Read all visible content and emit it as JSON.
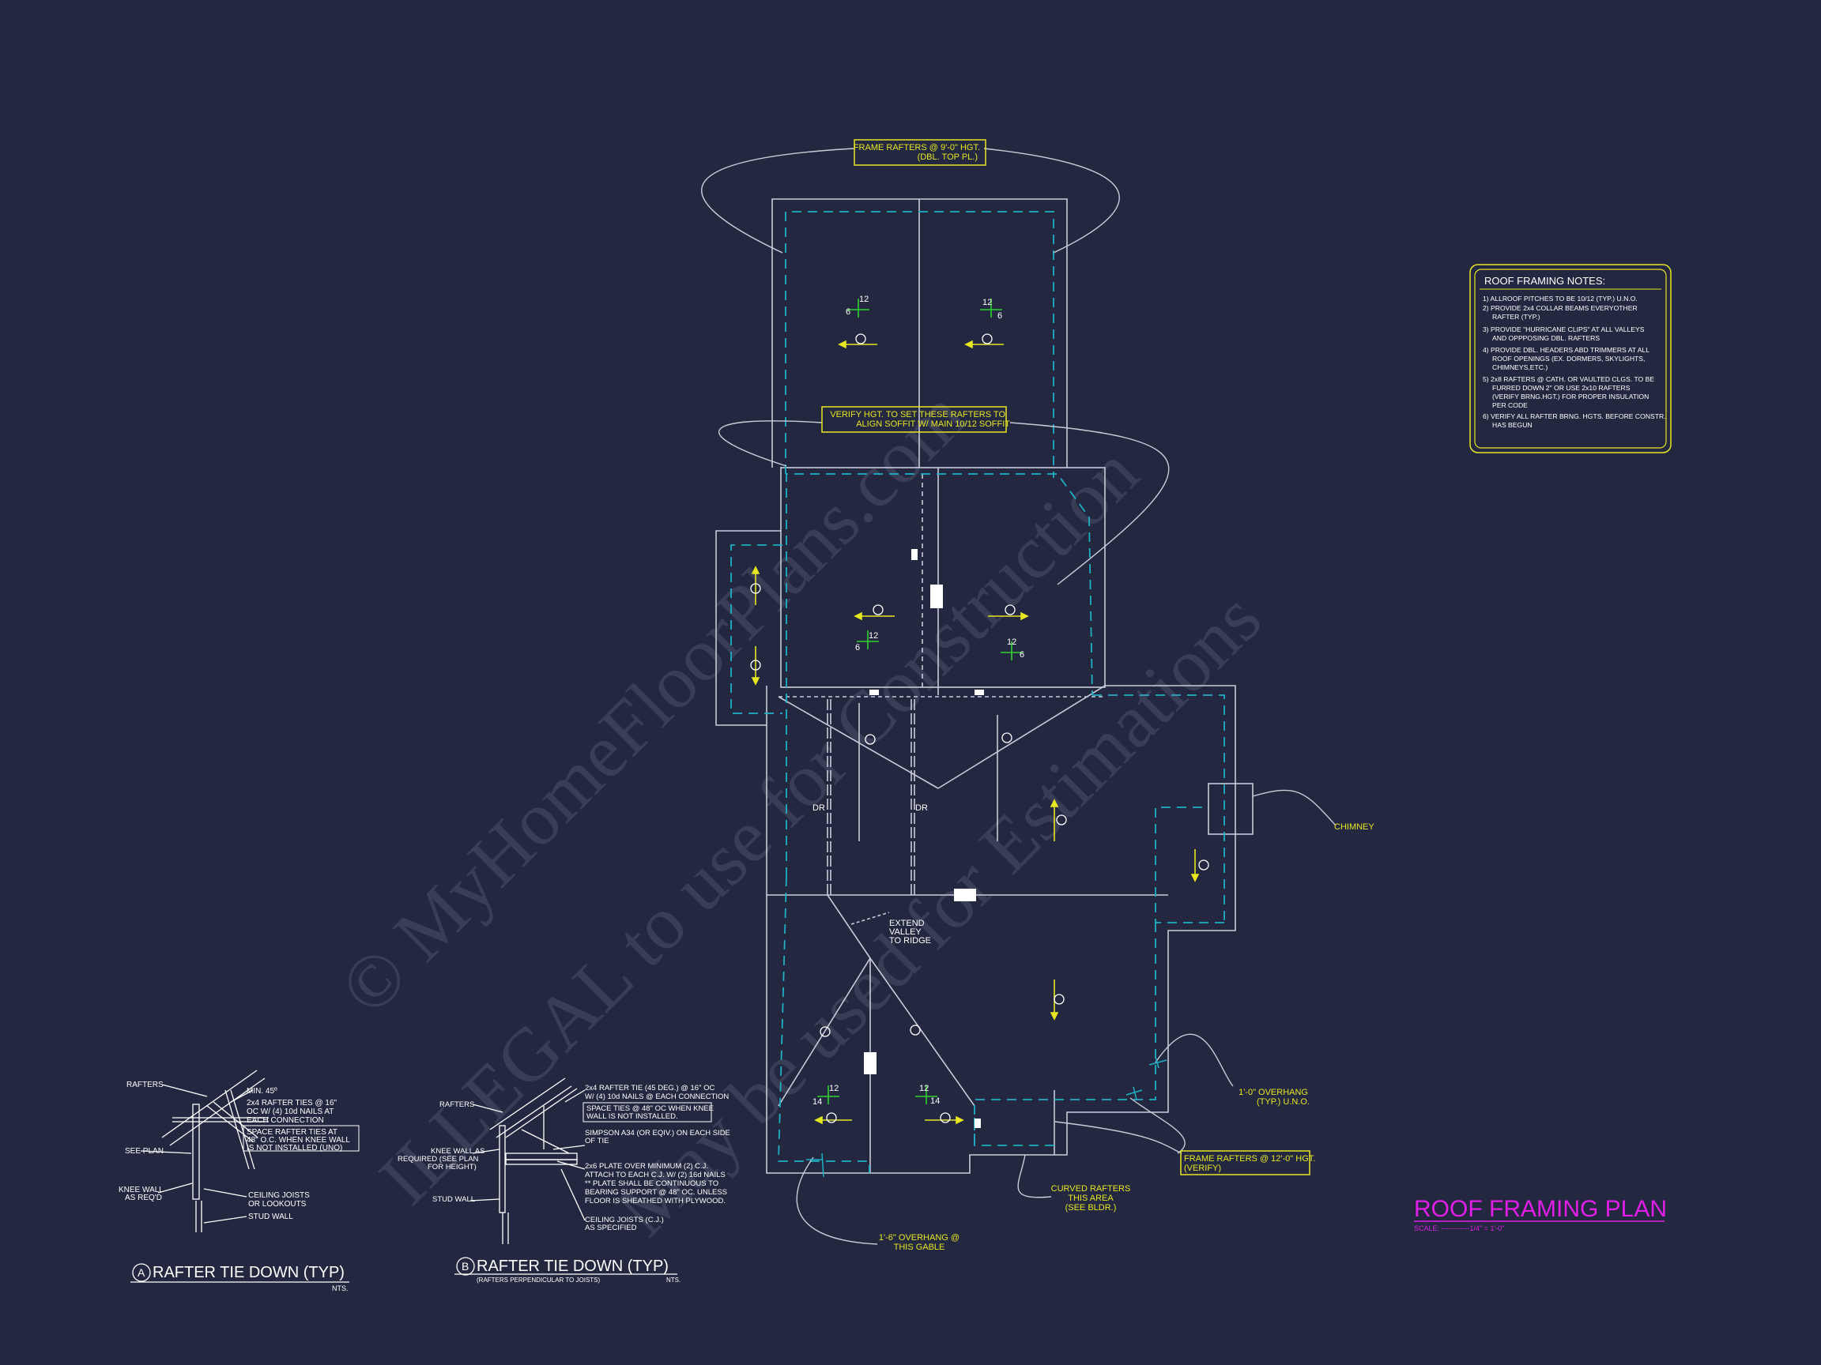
{
  "title": {
    "main": "ROOF FRAMING PLAN",
    "scale": "SCALE: ------------1/4\" = 1'-0\""
  },
  "notes": {
    "heading": "ROOF FRAMING NOTES:",
    "items": [
      "1) ALLROOF PITCHES TO BE  10/12 (TYP.) U.N.O.",
      "2) PROVIDE 2x4 COLLAR BEAMS EVERYOTHER",
      "RAFTER (TYP.)",
      "3) PROVIDE \"HURRICANE CLIPS\" AT ALL VALLEYS",
      "AND OPPPOSING DBL. RAFTERS",
      "4) PROVIDE DBL. HEADERS ABD TRIMMERS AT ALL",
      "ROOF OPENINGS (EX. DORMERS, SKYLIGHTS,",
      "CHIMNEYS,ETC.)",
      "5) 2x8 RAFTERS @ CATH. OR VAULTED CLGS. TO BE",
      "FURRED DOWN 2\" OR USE 2x10 RAFTERS",
      "(VERIFY BRNG.HGT.) FOR PROPER INSULATION",
      "PER CODE",
      "6) VERIFY ALL RAFTER BRNG. HGTS. BEFORE CONSTR.",
      "HAS BEGUN"
    ]
  },
  "callouts": {
    "top": [
      "FRAME RAFTERS @ 9'-0\" HGT.",
      "(DBL. TOP PL.)"
    ],
    "verify": [
      "VERIFY HGT. TO SET THESE RAFTERS TO",
      "ALIGN SOFFIT W/ MAIN 10/12 SOFFIT"
    ],
    "frame12": [
      "FRAME RAFTERS @ 12'-0\" HGT.",
      "(VERIFY)"
    ],
    "chimney": "CHIMNEY",
    "overhang1": [
      "1'-0\" OVERHANG",
      "(TYP.) U.N.O."
    ],
    "curved": [
      "CURVED RAFTERS",
      "THIS AREA",
      "(SEE BLDR.)"
    ],
    "overhang2": [
      "1'-6\" OVERHANG @",
      "THIS GABLE"
    ],
    "extend": [
      "EXTEND",
      "VALLEY",
      "TO RIDGE"
    ],
    "dr": "DR"
  },
  "pitch": {
    "rise12": "12",
    "run6": "6",
    "run14": "14"
  },
  "detailA": {
    "letter": "A",
    "title": "RAFTER TIE DOWN (TYP)",
    "nts": "NTS.",
    "labels": {
      "rafters": "RAFTERS",
      "min45": "MIN. 45º",
      "ties": [
        "2x4 RAFTER TIES @ 16\"",
        "OC W/ (4) 10d NAILS AT",
        "EACH CONNECTION"
      ],
      "space": [
        "SPACE RAFTER TIES AT",
        "48\" O.C. WHEN KNEE WALL",
        "IS NOT INSTALLED (UNO)"
      ],
      "seeplan": "SEE PLAN",
      "knee": [
        "KNEE WALL",
        "AS REQ'D"
      ],
      "ceiling": [
        "CEILING JOISTS",
        "OR LOOKOUTS"
      ],
      "stud": "STUD WALL"
    }
  },
  "detailB": {
    "letter": "B",
    "title": "RAFTER TIE DOWN (TYP)",
    "subtitle": "(RAFTERS PERPENDICULAR TO JOISTS)",
    "nts": "NTS.",
    "labels": {
      "rafters": "RAFTERS",
      "tie": [
        "2x4 RAFTER TIE (45 DEG.) @ 16\" OC",
        "W/ (4) 10d NAILS @ EACH CONNECTION"
      ],
      "space": [
        "SPACE TIES @ 48\" OC WHEN KNEE",
        "WALL IS NOT INSTALLED."
      ],
      "simpson": [
        "SIMPSON A34 (OR EQIV.) ON EACH SIDE",
        "OF TIE"
      ],
      "knee": [
        "KNEE WALL AS",
        "REQUIRED (SEE PLAN",
        "FOR HEIGHT)"
      ],
      "plate": [
        "2x6 PLATE OVER MINIMUM (2) C.J.",
        "ATTACH TO EACH C.J. W/ (2) 16d NAILS",
        "** PLATE SHALL BE CONTINUOUS TO",
        "BEARING SUPPORT @ 48\" OC. UNLESS",
        "FLOOR IS SHEATHED WITH PLYWOOD."
      ],
      "stud": "STUD WALL",
      "ceiling": [
        "CEILING JOISTS (C.J.)",
        "AS SPECIFIED"
      ]
    }
  },
  "watermark": [
    "© MyHomeFloorPlans.com",
    "ILLEGAL to use for Construction",
    "May be used for Estimations"
  ],
  "colors": {
    "background": "#232840",
    "line": "#c9ccd8",
    "dash": "#1fb0c4",
    "yellow": "#e6e622",
    "green": "#2fd12f",
    "magenta": "#e21ee8",
    "watermark": "#3b4058"
  }
}
